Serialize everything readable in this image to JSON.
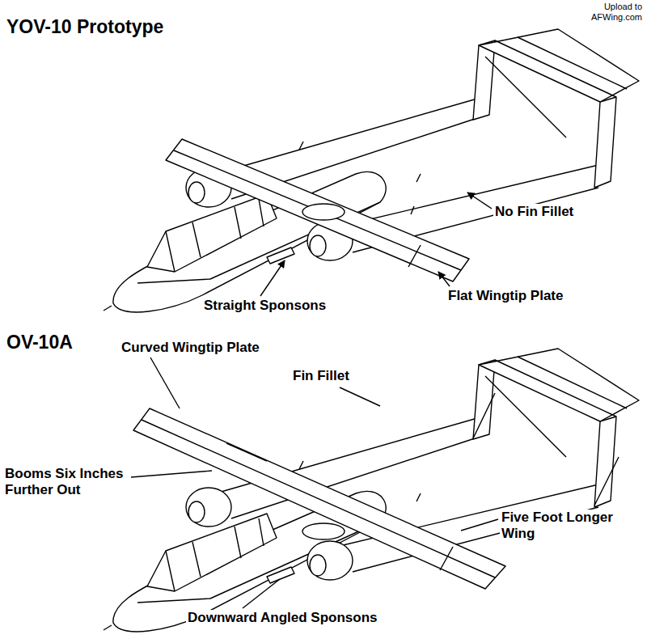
{
  "diagram": {
    "labels": [
      "Upload to AFWing.com",
      "YOV-10 Prototype",
      "No Fin Fillet",
      "Straight Sponsons",
      "Flat Wingtip Plate",
      "OV-10A",
      "Curved Wingtip Plate",
      "Fin Fillet",
      "Booms Six Inches Further Out",
      "Five Foot Longer Wing",
      "Downward Angled Sponsons"
    ]
  }
}
